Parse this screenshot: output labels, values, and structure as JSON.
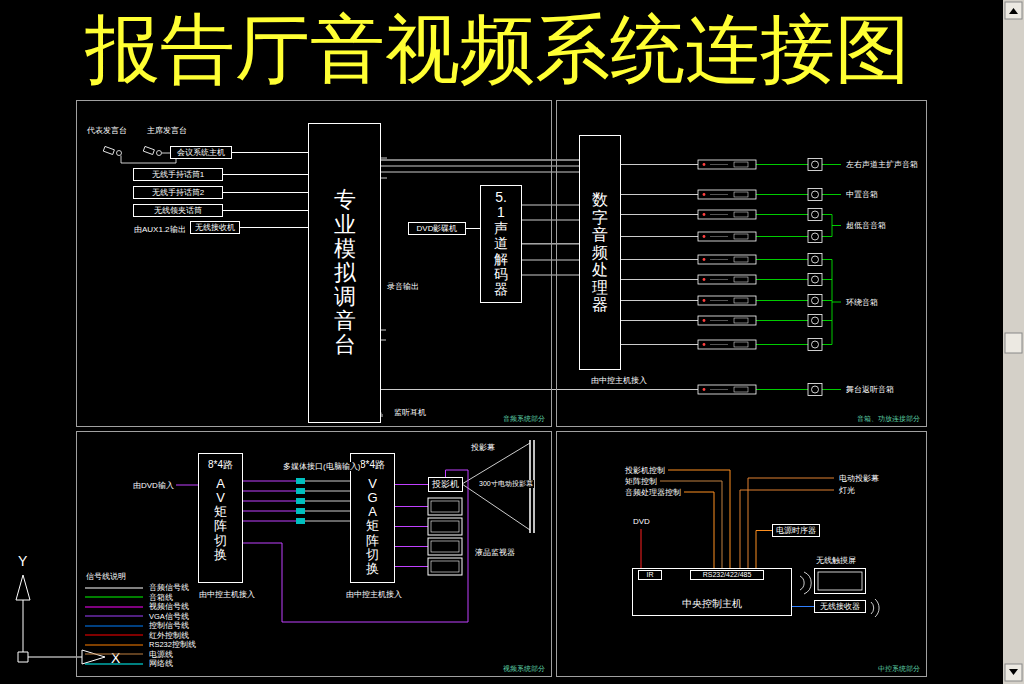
{
  "diagram": {
    "title": "报告厅音视频系统连接图",
    "nodes": [
      {
        "text": [
          "音频系统部分"
        ]
      },
      {
        "text": [
          "音箱、功放连接部分"
        ]
      },
      {
        "text": [
          "视频系统部分"
        ]
      },
      {
        "text": [
          "中控系统部分"
        ]
      },
      {
        "text": [
          "会议系统主机"
        ],
        "in": 0
      },
      {
        "text": [
          "无线手持话筒1"
        ],
        "in": 0
      },
      {
        "text": [
          "无线手持话筒2"
        ],
        "in": 0
      },
      {
        "text": [
          "无线领夹话筒"
        ],
        "in": 0
      },
      {
        "text": [
          "无线接收机"
        ],
        "in": 0
      },
      {
        "text": [
          "专业模拟调音台"
        ],
        "in": 0
      },
      {
        "text": [
          "5.1声道解码器"
        ],
        "in": 0
      },
      {
        "text": [
          "DVD影碟机"
        ],
        "in": 0
      },
      {
        "text": [
          "数字音频处理器"
        ],
        "in": 1
      },
      {
        "text": [
          "8*4路",
          "AV矩阵切换"
        ],
        "in": 2
      },
      {
        "text": [
          "8*4路",
          "VGA矩阵切换"
        ],
        "in": 2
      },
      {
        "text": [
          "投影机"
        ],
        "in": 2
      },
      {
        "text": [
          "中央控制主机"
        ],
        "in": 3
      },
      {
        "text": [
          "IR"
        ],
        "in": 16
      },
      {
        "text": [
          "RS232/422/485"
        ],
        "in": 16
      },
      {
        "text": [
          "电源时序器"
        ],
        "in": 3
      },
      {
        "text": [
          "无线触摸屏"
        ],
        "in": 3
      },
      {
        "text": [
          "无线接收器"
        ],
        "in": 3
      }
    ],
    "edges": [
      {
        "from": 4,
        "to": 9,
        "arrow": "none"
      },
      {
        "from": 5,
        "to": 9,
        "arrow": "none"
      },
      {
        "from": 6,
        "to": 9,
        "arrow": "none"
      },
      {
        "from": 7,
        "to": 9,
        "arrow": "none"
      },
      {
        "from": 8,
        "to": 9,
        "arrow": "none"
      },
      {
        "from": 9,
        "to": 12,
        "arrow": "none"
      },
      {
        "from": 11,
        "to": 10,
        "arrow": "none"
      },
      {
        "from": 10,
        "to": 12,
        "arrow": "none"
      },
      {
        "from": 13,
        "to": 15,
        "arrow": "none"
      },
      {
        "from": 14,
        "to": 15,
        "arrow": "none"
      },
      {
        "from": 18,
        "to": 19,
        "arrow": "none"
      },
      {
        "from": 21,
        "to": 16,
        "arrow": "none"
      }
    ],
    "labels": [
      "代表发言台",
      "主席发言台",
      "由AUX1.2输出",
      "录音输出",
      "监听耳机",
      "左右声道主扩声音箱",
      "中置音箱",
      "超低音音箱",
      "环绕音箱",
      "舞台返听音箱",
      "由中控主机接入",
      "由DVD输入",
      "多媒体接口(电脑输入)",
      "投影幕",
      "300寸电动投影幕",
      "液晶监视器",
      "由中控主机接入",
      "由中控主机接入",
      "信号线说明",
      "投影机控制",
      "矩阵控制",
      "音频处理器控制",
      "DVD",
      "电动投影幕",
      "灯光",
      "Y",
      "X"
    ],
    "legend": [
      {
        "text": "音频信号线",
        "color": "#ffffff"
      },
      {
        "text": "音箱线",
        "color": "#00ff00"
      },
      {
        "text": "视频信号线",
        "color": "#ff00ff"
      },
      {
        "text": "VGA信号线",
        "color": "#a040ff"
      },
      {
        "text": "控制信号线",
        "color": "#0080ff"
      },
      {
        "text": "红外控制线",
        "color": "#ff0000"
      },
      {
        "text": "RS232控制线",
        "color": "#ff8000"
      },
      {
        "text": "电源线",
        "color": "#c08040"
      },
      {
        "text": "网络线",
        "color": "#00ffff"
      }
    ]
  }
}
